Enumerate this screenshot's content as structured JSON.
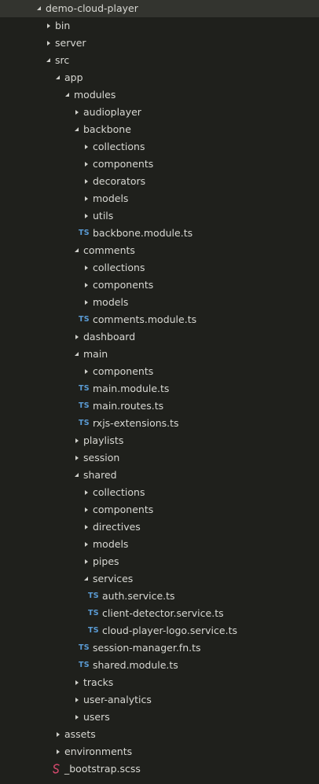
{
  "colors": {
    "background": "#1f201c",
    "selected_row": "#33342f",
    "text": "#d8d8d3",
    "arrow": "#d0d0cb",
    "ts_badge": "#5a9bd4",
    "sass_icon": "#d0486b"
  },
  "tree": [
    {
      "label": "demo-cloud-player",
      "depth": 0,
      "type": "folder",
      "open": true,
      "selected": true
    },
    {
      "label": "bin",
      "depth": 1,
      "type": "folder",
      "open": false
    },
    {
      "label": "server",
      "depth": 1,
      "type": "folder",
      "open": false
    },
    {
      "label": "src",
      "depth": 1,
      "type": "folder",
      "open": true
    },
    {
      "label": "app",
      "depth": 2,
      "type": "folder",
      "open": true
    },
    {
      "label": "modules",
      "depth": 3,
      "type": "folder",
      "open": true
    },
    {
      "label": "audioplayer",
      "depth": 4,
      "type": "folder",
      "open": false
    },
    {
      "label": "backbone",
      "depth": 4,
      "type": "folder",
      "open": true
    },
    {
      "label": "collections",
      "depth": 5,
      "type": "folder",
      "open": false
    },
    {
      "label": "components",
      "depth": 5,
      "type": "folder",
      "open": false
    },
    {
      "label": "decorators",
      "depth": 5,
      "type": "folder",
      "open": false
    },
    {
      "label": "models",
      "depth": 5,
      "type": "folder",
      "open": false
    },
    {
      "label": "utils",
      "depth": 5,
      "type": "folder",
      "open": false
    },
    {
      "label": "backbone.module.ts",
      "depth": 5,
      "type": "ts",
      "badge": "TS"
    },
    {
      "label": "comments",
      "depth": 4,
      "type": "folder",
      "open": true
    },
    {
      "label": "collections",
      "depth": 5,
      "type": "folder",
      "open": false
    },
    {
      "label": "components",
      "depth": 5,
      "type": "folder",
      "open": false
    },
    {
      "label": "models",
      "depth": 5,
      "type": "folder",
      "open": false
    },
    {
      "label": "comments.module.ts",
      "depth": 5,
      "type": "ts",
      "badge": "TS"
    },
    {
      "label": "dashboard",
      "depth": 4,
      "type": "folder",
      "open": false
    },
    {
      "label": "main",
      "depth": 4,
      "type": "folder",
      "open": true
    },
    {
      "label": "components",
      "depth": 5,
      "type": "folder",
      "open": false
    },
    {
      "label": "main.module.ts",
      "depth": 5,
      "type": "ts",
      "badge": "TS"
    },
    {
      "label": "main.routes.ts",
      "depth": 5,
      "type": "ts",
      "badge": "TS"
    },
    {
      "label": "rxjs-extensions.ts",
      "depth": 5,
      "type": "ts",
      "badge": "TS"
    },
    {
      "label": "playlists",
      "depth": 4,
      "type": "folder",
      "open": false
    },
    {
      "label": "session",
      "depth": 4,
      "type": "folder",
      "open": false
    },
    {
      "label": "shared",
      "depth": 4,
      "type": "folder",
      "open": true
    },
    {
      "label": "collections",
      "depth": 5,
      "type": "folder",
      "open": false
    },
    {
      "label": "components",
      "depth": 5,
      "type": "folder",
      "open": false
    },
    {
      "label": "directives",
      "depth": 5,
      "type": "folder",
      "open": false
    },
    {
      "label": "models",
      "depth": 5,
      "type": "folder",
      "open": false
    },
    {
      "label": "pipes",
      "depth": 5,
      "type": "folder",
      "open": false
    },
    {
      "label": "services",
      "depth": 5,
      "type": "folder",
      "open": true
    },
    {
      "label": "auth.service.ts",
      "depth": 6,
      "type": "ts",
      "badge": "TS"
    },
    {
      "label": "client-detector.service.ts",
      "depth": 6,
      "type": "ts",
      "badge": "TS"
    },
    {
      "label": "cloud-player-logo.service.ts",
      "depth": 6,
      "type": "ts",
      "badge": "TS"
    },
    {
      "label": "session-manager.fn.ts",
      "depth": 5,
      "type": "ts",
      "badge": "TS"
    },
    {
      "label": "shared.module.ts",
      "depth": 5,
      "type": "ts",
      "badge": "TS"
    },
    {
      "label": "tracks",
      "depth": 4,
      "type": "folder",
      "open": false
    },
    {
      "label": "user-analytics",
      "depth": 4,
      "type": "folder",
      "open": false
    },
    {
      "label": "users",
      "depth": 4,
      "type": "folder",
      "open": false
    },
    {
      "label": "assets",
      "depth": 2,
      "type": "folder",
      "open": false
    },
    {
      "label": "environments",
      "depth": 2,
      "type": "folder",
      "open": false
    },
    {
      "label": "_bootstrap.scss",
      "depth": 2,
      "type": "scss",
      "icon": "sass-icon"
    },
    {
      "label": "",
      "depth": 2,
      "type": "scss",
      "icon": "sass-icon",
      "partial": true
    }
  ]
}
